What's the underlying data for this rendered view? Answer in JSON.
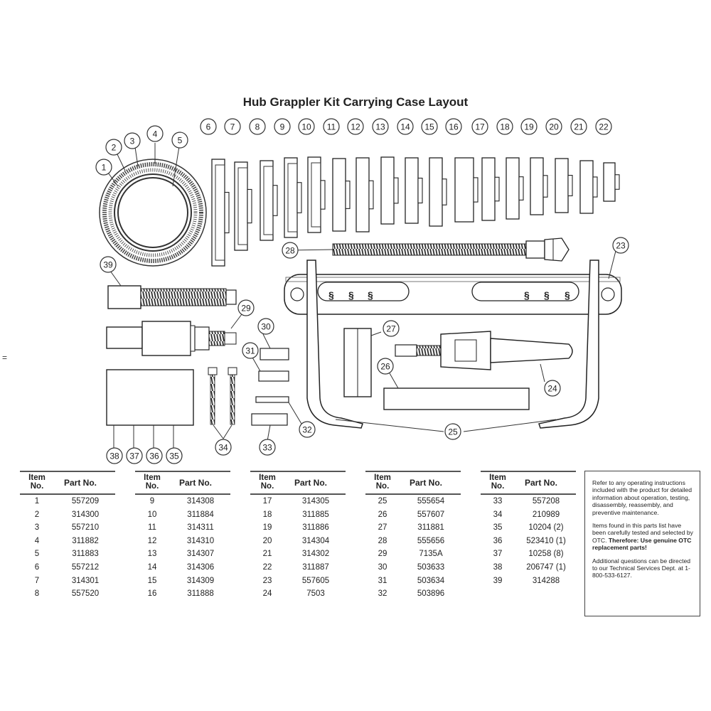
{
  "title": "Hub Grappler Kit Carrying Case Layout",
  "stray_mark": "=",
  "callouts": [
    "1",
    "2",
    "3",
    "4",
    "5",
    "6",
    "7",
    "8",
    "9",
    "10",
    "11",
    "12",
    "13",
    "14",
    "15",
    "16",
    "17",
    "18",
    "19",
    "20",
    "21",
    "22",
    "23",
    "24",
    "25",
    "26",
    "27",
    "28",
    "29",
    "30",
    "31",
    "32",
    "33",
    "34",
    "35",
    "36",
    "37",
    "38",
    "39"
  ],
  "table_headers": {
    "item": "Item No.",
    "part": "Part No."
  },
  "tables": [
    {
      "rows": [
        {
          "item": "1",
          "part": "557209"
        },
        {
          "item": "2",
          "part": "314300"
        },
        {
          "item": "3",
          "part": "557210"
        },
        {
          "item": "4",
          "part": "311882"
        },
        {
          "item": "5",
          "part": "311883"
        },
        {
          "item": "6",
          "part": "557212"
        },
        {
          "item": "7",
          "part": "314301"
        },
        {
          "item": "8",
          "part": "557520"
        }
      ]
    },
    {
      "rows": [
        {
          "item": "9",
          "part": "314308"
        },
        {
          "item": "10",
          "part": "311884"
        },
        {
          "item": "11",
          "part": "314311"
        },
        {
          "item": "12",
          "part": "314310"
        },
        {
          "item": "13",
          "part": "314307"
        },
        {
          "item": "14",
          "part": "314306"
        },
        {
          "item": "15",
          "part": "314309"
        },
        {
          "item": "16",
          "part": "311888"
        }
      ]
    },
    {
      "rows": [
        {
          "item": "17",
          "part": "314305"
        },
        {
          "item": "18",
          "part": "311885"
        },
        {
          "item": "19",
          "part": "311886"
        },
        {
          "item": "20",
          "part": "314304"
        },
        {
          "item": "21",
          "part": "314302"
        },
        {
          "item": "22",
          "part": "311887"
        },
        {
          "item": "23",
          "part": "557605"
        },
        {
          "item": "24",
          "part": "7503"
        }
      ]
    },
    {
      "rows": [
        {
          "item": "25",
          "part": "555654"
        },
        {
          "item": "26",
          "part": "557607"
        },
        {
          "item": "27",
          "part": "311881"
        },
        {
          "item": "28",
          "part": "555656"
        },
        {
          "item": "29",
          "part": "7135A"
        },
        {
          "item": "30",
          "part": "503633"
        },
        {
          "item": "31",
          "part": "503634"
        },
        {
          "item": "32",
          "part": "503896"
        }
      ]
    },
    {
      "rows": [
        {
          "item": "33",
          "part": "557208"
        },
        {
          "item": "34",
          "part": "210989"
        },
        {
          "item": "35",
          "part": "10204 (2)"
        },
        {
          "item": "36",
          "part": "523410 (1)"
        },
        {
          "item": "37",
          "part": "10258 (8)"
        },
        {
          "item": "38",
          "part": "206747 (1)"
        },
        {
          "item": "39",
          "part": "314288"
        }
      ]
    }
  ],
  "note": {
    "p1": "Refer to any operating instructions included with the product for detailed information about operation, testing, disassembly, reassembly, and preventive maintenance.",
    "p2_plain": "Items found in this parts list have been carefully tested and selected by OTC.",
    "p2_bold": "Therefore: Use genuine OTC replacement parts!",
    "p3": "Additional questions can be directed to our Technical Services Dept. at 1-800-533-6127."
  }
}
